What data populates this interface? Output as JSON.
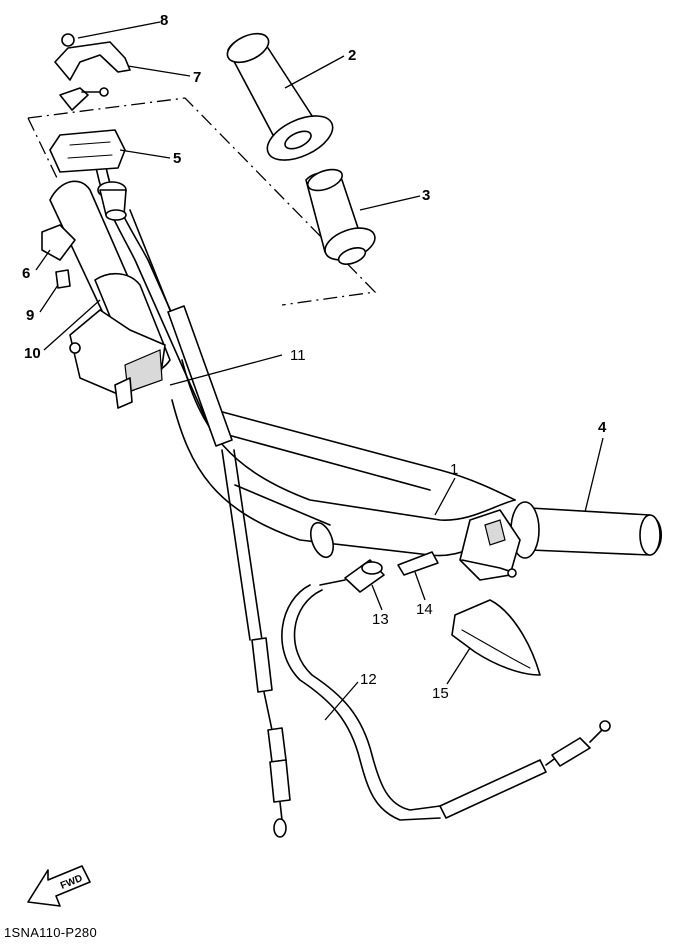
{
  "callouts": [
    {
      "id": "1",
      "label": "1"
    },
    {
      "id": "2",
      "label": "2"
    },
    {
      "id": "3",
      "label": "3"
    },
    {
      "id": "4",
      "label": "4"
    },
    {
      "id": "5",
      "label": "5"
    },
    {
      "id": "6",
      "label": "6"
    },
    {
      "id": "7",
      "label": "7"
    },
    {
      "id": "8",
      "label": "8"
    },
    {
      "id": "9",
      "label": "9"
    },
    {
      "id": "10",
      "label": "10"
    },
    {
      "id": "11",
      "label": "11"
    },
    {
      "id": "12",
      "label": "12"
    },
    {
      "id": "13",
      "label": "13"
    },
    {
      "id": "14",
      "label": "14"
    },
    {
      "id": "15",
      "label": "15"
    }
  ],
  "fwd_label": "FWD",
  "reference_code": "1SNA110-P280"
}
